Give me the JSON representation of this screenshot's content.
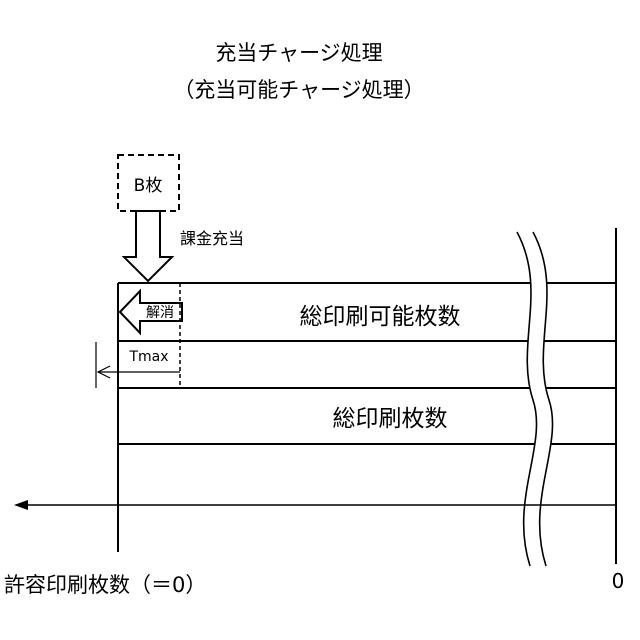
{
  "title": "充当チャージ処理",
  "subtitle": "（充当可能チャージ処理）",
  "charge_box_label": "B枚",
  "billing_allocation_label": "課金充当",
  "cancel_label": "解消",
  "total_printable_label": "総印刷可能枚数",
  "tmax_label": "Tmax",
  "total_printed_label": "総印刷枚数",
  "allowed_print_count_label": "許容印刷枚数（＝0）",
  "zero_label": "0"
}
